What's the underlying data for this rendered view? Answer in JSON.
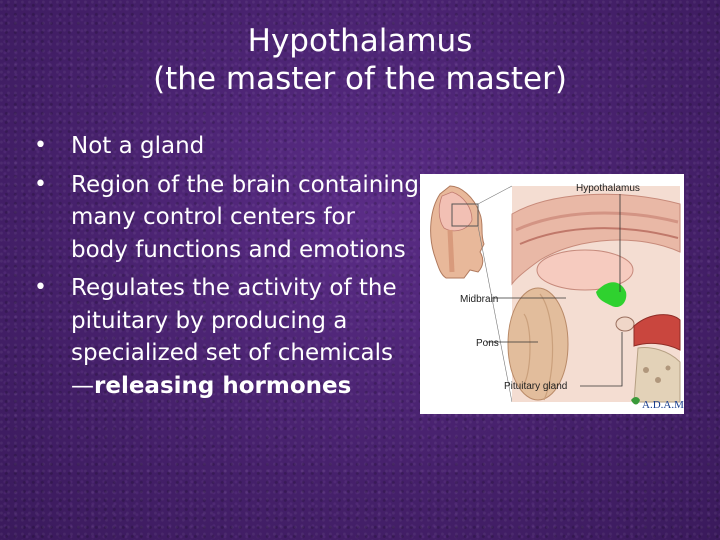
{
  "slide": {
    "title_line1": "Hypothalamus",
    "title_line2": "(the master of the master)",
    "bullets": [
      {
        "text": "Not a gland"
      },
      {
        "text": "Region of the brain containing many control centers for body functions and emotions"
      },
      {
        "text": "Regulates the activity of the pituitary by producing a specialized set of chemicals",
        "suffix": "—",
        "emphasis": "releasing hormones"
      }
    ],
    "bullet_glyph": "•"
  },
  "figure": {
    "labels": {
      "hypothalamus": "Hypothalamus",
      "midbrain": "Midbrain",
      "pons": "Pons",
      "pituitary": "Pituitary gland"
    },
    "credit": "A.D.A.M.",
    "highlight_color": "#2fd12f"
  },
  "colors": {
    "background": "#4a2470",
    "text": "#ffffff"
  }
}
